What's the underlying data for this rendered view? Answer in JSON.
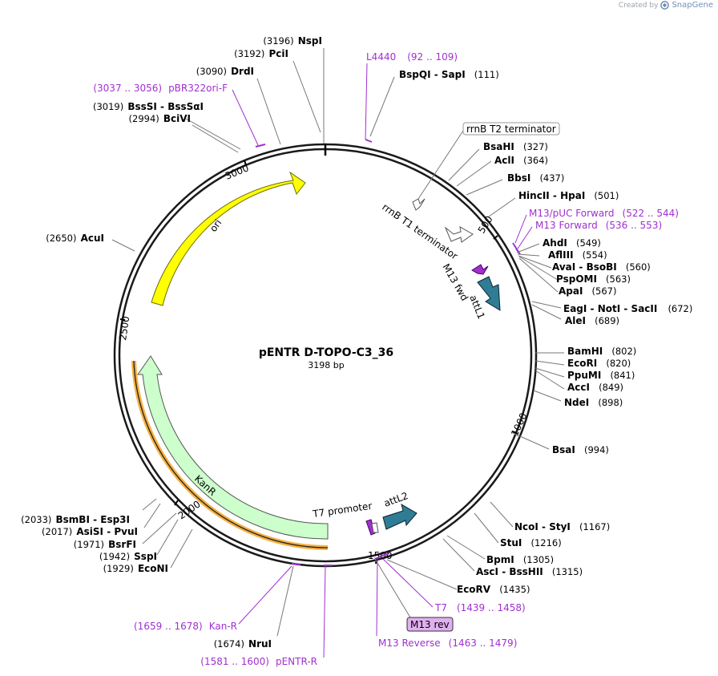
{
  "watermark": {
    "prefix": "Created by",
    "app": "SnapGene"
  },
  "plasmid": {
    "name": "pENTR D-TOPO-C3_36",
    "length": "3198 bp"
  },
  "ticks": [
    "500",
    "1000",
    "1500",
    "2000",
    "2500",
    "3000"
  ],
  "sites": [
    {
      "id": "nspi",
      "pos": "(3196)",
      "name": "NspI"
    },
    {
      "id": "pcii",
      "pos": "(3192)",
      "name": "PciI"
    },
    {
      "id": "drdi",
      "pos": "(3090)",
      "name": "DrdI"
    },
    {
      "id": "bsssi",
      "pos": "(3019)",
      "name": "BssSI",
      "alt": "BssSαI"
    },
    {
      "id": "bcivi",
      "pos": "(2994)",
      "name": "BciVI"
    },
    {
      "id": "acui",
      "pos": "(2650)",
      "name": "AcuI"
    },
    {
      "id": "bsmbi",
      "pos": "(2033)",
      "name": "BsmBI",
      "alt": "Esp3I"
    },
    {
      "id": "asisi",
      "pos": "(2017)",
      "name": "AsiSI",
      "alt": "PvuI"
    },
    {
      "id": "bsrfi",
      "pos": "(1971)",
      "name": "BsrFI"
    },
    {
      "id": "sspi",
      "pos": "(1942)",
      "name": "SspI"
    },
    {
      "id": "econi",
      "pos": "(1929)",
      "name": "EcoNI"
    },
    {
      "id": "nrui",
      "pos": "(1674)",
      "name": "NruI"
    },
    {
      "id": "bspqi",
      "pos": "(111)",
      "name": "BspQI",
      "alt": "SapI"
    },
    {
      "id": "bsahi",
      "pos": "(327)",
      "name": "BsaHI"
    },
    {
      "id": "acli",
      "pos": "(364)",
      "name": "AclI"
    },
    {
      "id": "bbsi",
      "pos": "(437)",
      "name": "BbsI"
    },
    {
      "id": "hincii",
      "pos": "(501)",
      "name": "HincII",
      "alt": "HpaI"
    },
    {
      "id": "ahdi",
      "pos": "(549)",
      "name": "AhdI"
    },
    {
      "id": "aflii",
      "pos": "(554)",
      "name": "AflIII"
    },
    {
      "id": "avai",
      "pos": "(560)",
      "name": "AvaI",
      "alt": "BsoBI"
    },
    {
      "id": "pspomi",
      "pos": "(563)",
      "name": "PspOMI"
    },
    {
      "id": "apai",
      "pos": "(567)",
      "name": "ApaI"
    },
    {
      "id": "eagi",
      "pos": "(672)",
      "name": "EagI",
      "alt": "NotI",
      "alt2": "SacII"
    },
    {
      "id": "alei",
      "pos": "(689)",
      "name": "AleI"
    },
    {
      "id": "bamhi",
      "pos": "(802)",
      "name": "BamHI"
    },
    {
      "id": "ecori",
      "pos": "(820)",
      "name": "EcoRI"
    },
    {
      "id": "ppumi",
      "pos": "(841)",
      "name": "PpuMI"
    },
    {
      "id": "acci",
      "pos": "(849)",
      "name": "AccI"
    },
    {
      "id": "ndei",
      "pos": "(898)",
      "name": "NdeI"
    },
    {
      "id": "bsai",
      "pos": "(994)",
      "name": "BsaI"
    },
    {
      "id": "ncoi",
      "pos": "(1167)",
      "name": "NcoI",
      "alt": "StyI"
    },
    {
      "id": "stui",
      "pos": "(1216)",
      "name": "StuI"
    },
    {
      "id": "bpmi",
      "pos": "(1305)",
      "name": "BpmI"
    },
    {
      "id": "asci",
      "pos": "(1315)",
      "name": "AscI",
      "alt": "BssHII"
    },
    {
      "id": "ecorv",
      "pos": "(1435)",
      "name": "EcoRV"
    }
  ],
  "primers": [
    {
      "id": "l4440",
      "name": "L4440",
      "range": "(92 .. 109)"
    },
    {
      "id": "pbr322ori",
      "name": "pBR322ori-F",
      "range": "(3037 .. 3056)"
    },
    {
      "id": "m13puc",
      "name": "M13/pUC Forward",
      "range": "(522 .. 544)"
    },
    {
      "id": "m13fwd",
      "name": "M13 Forward",
      "range": "(536 .. 553)"
    },
    {
      "id": "t7",
      "name": "T7",
      "range": "(1439 .. 1458)"
    },
    {
      "id": "m13rev",
      "name": "M13 Reverse",
      "range": "(1463 .. 1479)"
    },
    {
      "id": "kanr",
      "name": "Kan-R",
      "range": "(1659 .. 1678)"
    },
    {
      "id": "pentrr",
      "name": "pENTR-R",
      "range": "(1581 .. 1600)"
    }
  ],
  "features": {
    "rrnb_t2": "rrnB T2 terminator",
    "rrnb_t1": "rrnB T1 terminator",
    "m13_fwd": "M13 fwd",
    "attl1": "attL1",
    "ori": "ori",
    "kanr": "KanR",
    "t7_promoter": "T7 promoter",
    "attl2": "attL2",
    "m13_rev": "M13 rev"
  },
  "colors": {
    "backbone": "#1a1a1a",
    "primer": "#a030d0",
    "ori": "#ffff00",
    "kanr": "#ccffcc",
    "kanr_outline": "#f5b041",
    "attl": "#2e7d94",
    "m13_rev_box": "#e0b0f0"
  }
}
